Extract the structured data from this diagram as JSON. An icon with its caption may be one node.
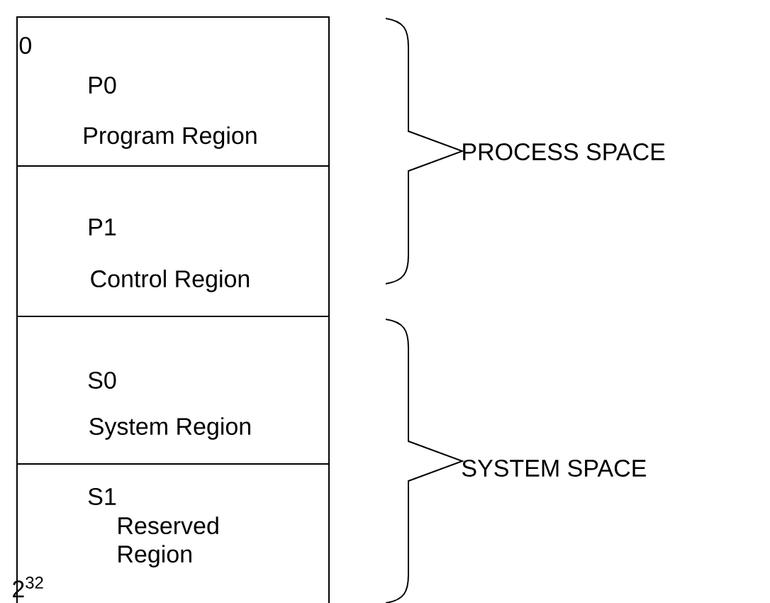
{
  "diagram": {
    "nodes": [
      {
        "text": [
          "P0",
          "Program Region"
        ]
      },
      {
        "text": [
          "P1",
          "Control Region"
        ]
      },
      {
        "text": [
          "S0",
          "System Region"
        ]
      },
      {
        "text": [
          "S1",
          "Reserved Region"
        ]
      }
    ],
    "edges": [],
    "labels": [
      "0",
      "PROCESS SPACE",
      "SYSTEM SPACE",
      "2$^{32}$"
    ]
  }
}
